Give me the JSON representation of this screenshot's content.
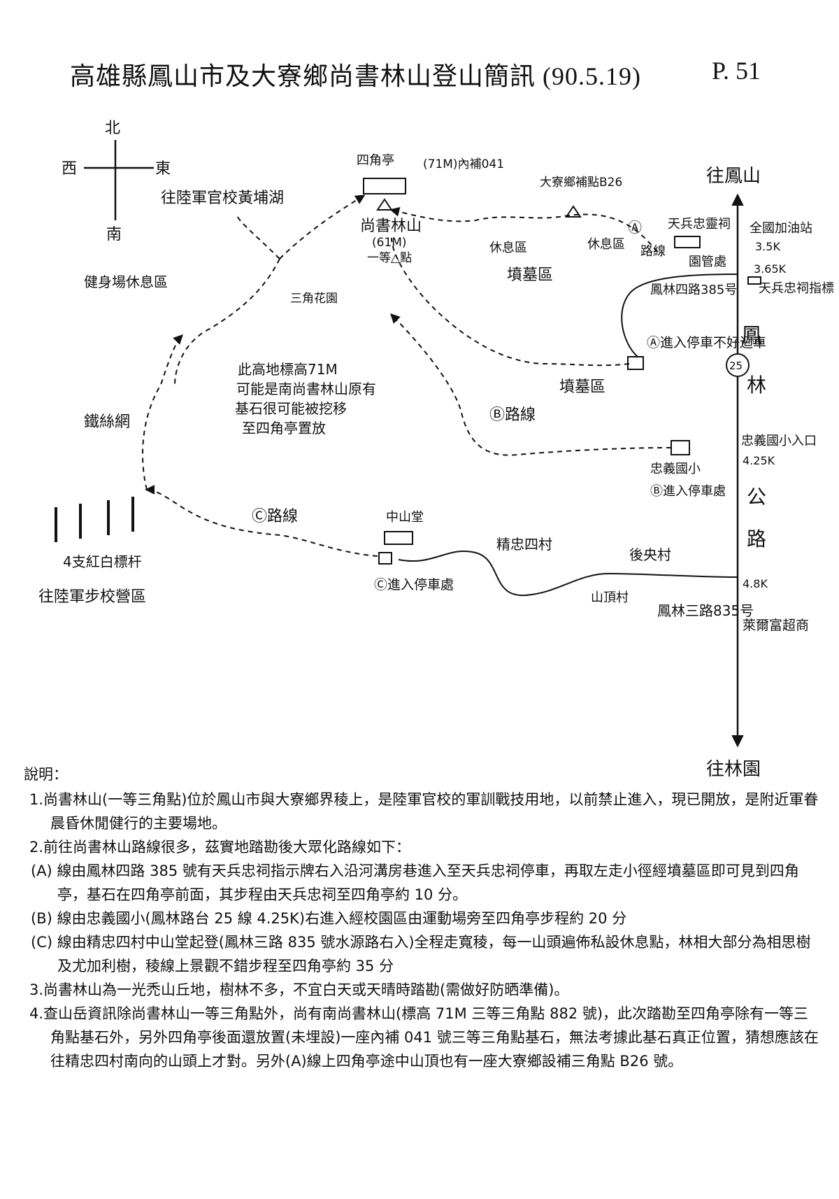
{
  "header": {
    "title": "高雄縣鳳山市及大寮鄉尚書林山登山簡訊 (90.5.19)",
    "page_no": "P. 51"
  },
  "compass": {
    "north": "北",
    "south": "南",
    "east": "東",
    "west": "西"
  },
  "map_labels": {
    "to_fengshan": "往鳳山",
    "to_linyuan": "往林園",
    "road_chars": [
      "鳳",
      "林",
      "公",
      "路"
    ],
    "route25": "25",
    "gas_station": "全國加油站",
    "gas_km": "3.5K",
    "temple_sign_km": "3.65K",
    "temple_sign": "天兵忠祠指標",
    "temple": "天兵忠靈祠",
    "guard_house": "園管處",
    "addr_385": "鳳林四路385号",
    "parking_a": "Ⓐ進入停車不好迴車",
    "rest_area_1": "休息區",
    "rest_area_2": "休息區",
    "daliao_point": "大寮鄉補點B26",
    "pavilion": "四角亭",
    "aux_point": "(71M)內補041",
    "shangshulin_peak": "尚書林山",
    "peak_height": "(61M)",
    "first_class_point": "一等△點",
    "triangle_garden": "三角花園",
    "to_academy_lake": "往陸軍官校黃埔湖",
    "gym_rest": "健身場休息區",
    "highland_note": [
      "此高地標高71M",
      "可能是南尚書林山原有",
      "基石很可能被挖移",
      "至四角亭置放"
    ],
    "route_b": "Ⓑ路線",
    "route_a_mark": "Ⓐ",
    "route_a_text": "路線",
    "zhongyi_entrance": "忠義國小入口",
    "zhongyi_km": "4.25K",
    "zhongyi_school": "忠義國小",
    "parking_b": "Ⓑ進入停車處",
    "tomb_area": "墳墓區",
    "wire_fence": "鐵絲網",
    "red_white_poles": "4支紅白標杆",
    "to_infantry_school": "往陸軍步校營區",
    "route_c": "Ⓒ路線",
    "zhongshan_hall": "中山堂",
    "parking_c": "Ⓒ進入停車處",
    "jingzhong_village": "精忠四村",
    "houxiang_village": "後央村",
    "shanding_village": "山頂村",
    "km_4_8": "4.8K",
    "addr_835": "鳳林三路835号",
    "supermarket": "萊爾富超商"
  },
  "notes": {
    "header": "說明：",
    "n1": "1.尚書林山(一等三角點)位於鳳山市與大寮鄉界稜上，是陸軍官校的軍訓戰技用地，以前禁止進入，現已開放，是附近軍眷晨昏休閒健行的主要場地。",
    "n2": "2.前往尚書林山路線很多，茲實地踏勘後大眾化路線如下：",
    "ra": "(A) 線由鳳林四路 385 號有天兵忠祠指示牌右入沿河溝房巷進入至天兵忠祠停車，再取左走小徑經墳墓區即可見到四角亭，基石在四角亭前面，其步程由天兵忠祠至四角亭約 10 分。",
    "rb": "(B) 線由忠義國小(鳳林路台 25 線 4.25K)右進入經校園區由運動場旁至四角亭步程約 20 分",
    "rc": "(C) 線由精忠四村中山堂起登(鳳林三路 835 號水源路右入)全程走寬稜，每一山頭遍佈私設休息點，林相大部分為相思樹及尤加利樹，稜線上景觀不錯步程至四角亭約 35 分",
    "n3": "3.尚書林山為一光禿山丘地，樹林不多，不宜白天或天晴時踏勘(需做好防晒準備)。",
    "n4": "4.查山岳資訊除尚書林山一等三角點外，尚有南尚書林山(標高 71M 三等三角點 882 號)，此次踏勘至四角亭除有一等三角點基石外，另外四角亭後面還放置(未埋設)一座內補 041 號三等三角點基石，無法考據此基石真正位置，猜想應該在往精忠四村南向的山頭上才對。另外(A)線上四角亭途中山頂也有一座大寮鄉設補三角點 B26 號。"
  }
}
